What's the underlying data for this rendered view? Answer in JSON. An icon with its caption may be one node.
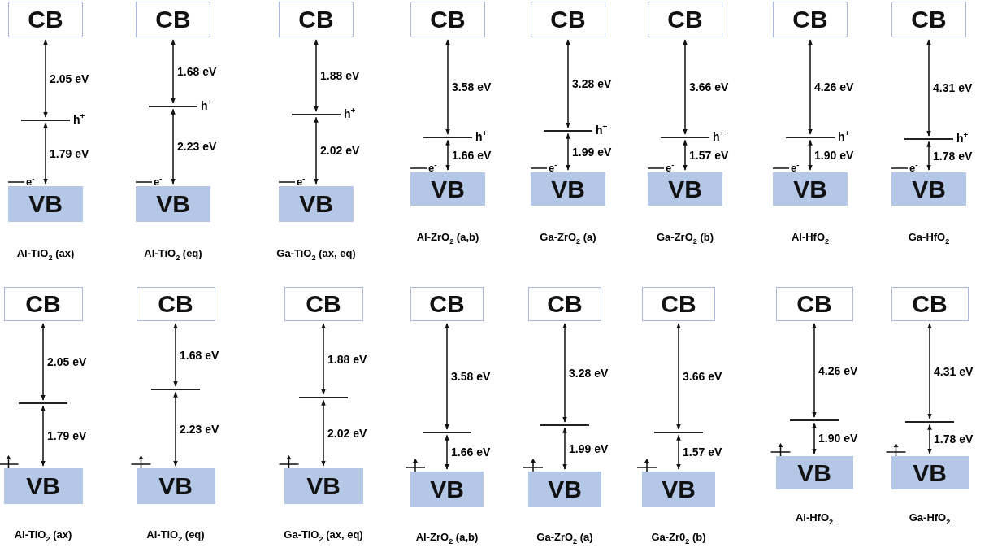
{
  "diagram": {
    "nodes": [
      {
        "text": [
          "CB"
        ]
      },
      {
        "text": [],
        "shape": "bar",
        "beside": [
          "h$^{+}$"
        ]
      },
      {
        "text": [
          "VB"
        ]
      },
      {
        "text": [
          "CB"
        ]
      },
      {
        "text": [],
        "shape": "bar",
        "beside": [
          "h$^{+}$"
        ]
      },
      {
        "text": [
          "VB"
        ]
      },
      {
        "text": [
          "CB"
        ]
      },
      {
        "text": [],
        "shape": "bar",
        "beside": [
          "h$^{+}$"
        ]
      },
      {
        "text": [
          "VB"
        ]
      },
      {
        "text": [
          "CB"
        ]
      },
      {
        "text": [],
        "shape": "bar",
        "beside": [
          "h$^{+}$"
        ]
      },
      {
        "text": [
          "VB"
        ]
      },
      {
        "text": [
          "CB"
        ]
      },
      {
        "text": [],
        "shape": "bar",
        "beside": [
          "h$^{+}$"
        ]
      },
      {
        "text": [
          "VB"
        ]
      },
      {
        "text": [
          "CB"
        ]
      },
      {
        "text": [],
        "shape": "bar",
        "beside": [
          "h$^{+}$"
        ]
      },
      {
        "text": [
          "VB"
        ]
      },
      {
        "text": [
          "CB"
        ]
      },
      {
        "text": [],
        "shape": "bar",
        "beside": [
          "h$^{+}$"
        ]
      },
      {
        "text": [
          "VB"
        ]
      },
      {
        "text": [
          "CB"
        ]
      },
      {
        "text": [],
        "shape": "bar",
        "beside": [
          "h$^{+}$"
        ]
      },
      {
        "text": [
          "VB"
        ]
      },
      {
        "text": [
          "CB"
        ]
      },
      {
        "text": [],
        "shape": "bar"
      },
      {
        "text": [
          "VB"
        ]
      },
      {
        "text": [
          "CB"
        ]
      },
      {
        "text": [],
        "shape": "bar"
      },
      {
        "text": [
          "VB"
        ]
      },
      {
        "text": [
          "CB"
        ]
      },
      {
        "text": [],
        "shape": "bar"
      },
      {
        "text": [
          "VB"
        ]
      },
      {
        "text": [
          "CB"
        ]
      },
      {
        "text": [],
        "shape": "bar"
      },
      {
        "text": [
          "VB"
        ]
      },
      {
        "text": [
          "CB"
        ]
      },
      {
        "text": [],
        "shape": "bar"
      },
      {
        "text": [
          "VB"
        ]
      },
      {
        "text": [
          "CB"
        ]
      },
      {
        "text": [],
        "shape": "bar"
      },
      {
        "text": [
          "VB"
        ]
      },
      {
        "text": [
          "CB"
        ]
      },
      {
        "text": [],
        "shape": "bar"
      },
      {
        "text": [
          "VB"
        ]
      },
      {
        "text": [
          "CB"
        ]
      },
      {
        "text": [],
        "shape": "bar"
      },
      {
        "text": [
          "VB"
        ]
      }
    ],
    "edges": [
      {
        "from": 0,
        "to": 1,
        "arrow": "both",
        "label": "2.05 eV"
      },
      {
        "from": 1,
        "to": 2,
        "arrow": "both",
        "label": "1.79 eV"
      },
      {
        "from": 3,
        "to": 4,
        "arrow": "both",
        "label": "1.68 eV"
      },
      {
        "from": 4,
        "to": 5,
        "arrow": "both",
        "label": "2.23 eV"
      },
      {
        "from": 6,
        "to": 7,
        "arrow": "both",
        "label": "1.88 eV"
      },
      {
        "from": 7,
        "to": 8,
        "arrow": "both",
        "label": "2.02 eV"
      },
      {
        "from": 9,
        "to": 10,
        "arrow": "both",
        "label": "3.58 eV"
      },
      {
        "from": 10,
        "to": 11,
        "arrow": "both",
        "label": "1.66 eV"
      },
      {
        "from": 12,
        "to": 13,
        "arrow": "both",
        "label": "3.28 eV"
      },
      {
        "from": 13,
        "to": 14,
        "arrow": "both",
        "label": "1.99 eV"
      },
      {
        "from": 15,
        "to": 16,
        "arrow": "both",
        "label": "3.66 eV"
      },
      {
        "from": 16,
        "to": 17,
        "arrow": "both",
        "label": "1.57 eV"
      },
      {
        "from": 18,
        "to": 19,
        "arrow": "both",
        "label": "4.26 eV"
      },
      {
        "from": 19,
        "to": 20,
        "arrow": "both",
        "label": "1.90 eV"
      },
      {
        "from": 21,
        "to": 22,
        "arrow": "both",
        "label": "4.31 eV"
      },
      {
        "from": 22,
        "to": 23,
        "arrow": "both",
        "label": "1.78 eV"
      },
      {
        "from": 24,
        "to": 25,
        "arrow": "both",
        "label": "2.05 eV"
      },
      {
        "from": 25,
        "to": 26,
        "arrow": "both",
        "label": "1.79 eV"
      },
      {
        "from": 27,
        "to": 28,
        "arrow": "both",
        "label": "1.68 eV"
      },
      {
        "from": 28,
        "to": 29,
        "arrow": "both",
        "label": "2.23 eV"
      },
      {
        "from": 30,
        "to": 31,
        "arrow": "both",
        "label": "1.88 eV"
      },
      {
        "from": 31,
        "to": 32,
        "arrow": "both",
        "label": "2.02 eV"
      },
      {
        "from": 33,
        "to": 34,
        "arrow": "both",
        "label": "3.58 eV"
      },
      {
        "from": 34,
        "to": 35,
        "arrow": "both",
        "label": "1.66 eV"
      },
      {
        "from": 36,
        "to": 37,
        "arrow": "both",
        "label": "3.28 eV"
      },
      {
        "from": 37,
        "to": 38,
        "arrow": "both",
        "label": "1.99 eV"
      },
      {
        "from": 39,
        "to": 40,
        "arrow": "both",
        "label": "3.66 eV"
      },
      {
        "from": 40,
        "to": 41,
        "arrow": "both",
        "label": "1.57 eV"
      },
      {
        "from": 42,
        "to": 43,
        "arrow": "both",
        "label": "4.26 eV"
      },
      {
        "from": 43,
        "to": 44,
        "arrow": "both",
        "label": "1.90 eV"
      },
      {
        "from": 45,
        "to": 46,
        "arrow": "both",
        "label": "4.31 eV"
      },
      {
        "from": 46,
        "to": 47,
        "arrow": "both",
        "label": "1.78 eV"
      }
    ],
    "labels": [
      "e$^{-}$",
      "Al-TiO$_{2}$ (ax)",
      "e$^{-}$",
      "Al-TiO$_{2}$ (eq)",
      "e$^{-}$",
      "Ga-TiO$_{2}$ (ax, eq)",
      "e$^{-}$",
      "Al-ZrO$_{2}$ (a,b)",
      "e$^{-}$",
      "Ga-ZrO$_{2}$ (a)",
      "e$^{-}$",
      "Ga-ZrO$_{2}$ (b)",
      "e$^{-}$",
      "Al-HfO$_{2}$",
      "e$^{-}$",
      "Ga-HfO$_{2}$",
      "Al-TiO$_{2}$ (ax)",
      "Al-TiO$_{2}$ (eq)",
      "Ga-TiO$_{2}$ (ax, eq)",
      "Al-ZrO$_{2}$ (a,b)",
      "Ga-ZrO$_{2}$ (a)",
      "Ga-Zr0$_{2}$ (b)",
      "Al-HfO$_{2}$",
      "Ga-HfO$_{2}$"
    ]
  }
}
